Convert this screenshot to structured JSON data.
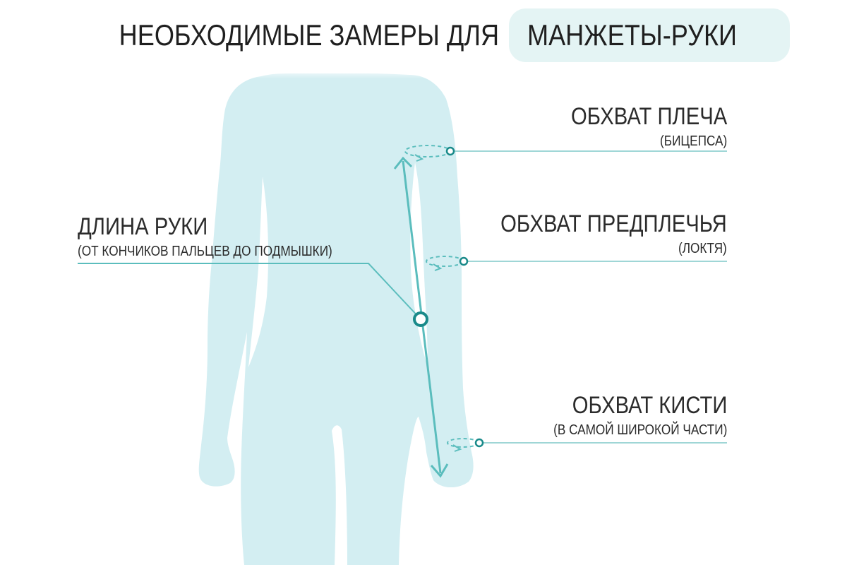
{
  "title": {
    "prefix": "НЕОБХОДИМЫЕ ЗАМЕРЫ ДЛЯ",
    "highlight": "МАНЖЕТЫ-РУКИ"
  },
  "measurements": {
    "shoulder": {
      "label": "ОБХВАТ ПЛЕЧА",
      "note": "(БИЦЕПСА)"
    },
    "forearm": {
      "label": "ОБХВАТ ПРЕДПЛЕЧЬЯ",
      "note": "(ЛОКТЯ)"
    },
    "wrist": {
      "label": "ОБХВАТ КИСТИ",
      "note": "(В САМОЙ ШИРОКОЙ ЧАСТИ)"
    },
    "arm_length": {
      "label": "ДЛИНА РУКИ",
      "note": "(ОТ КОНЧИКОВ ПАЛЬЦЕВ ДО ПОДМЫШКИ)"
    }
  },
  "colors": {
    "silhouette": "#d3eef2",
    "accent": "#5bbdbd",
    "accent_dark": "#1a8a8a",
    "pill": "#e4f4f4"
  }
}
